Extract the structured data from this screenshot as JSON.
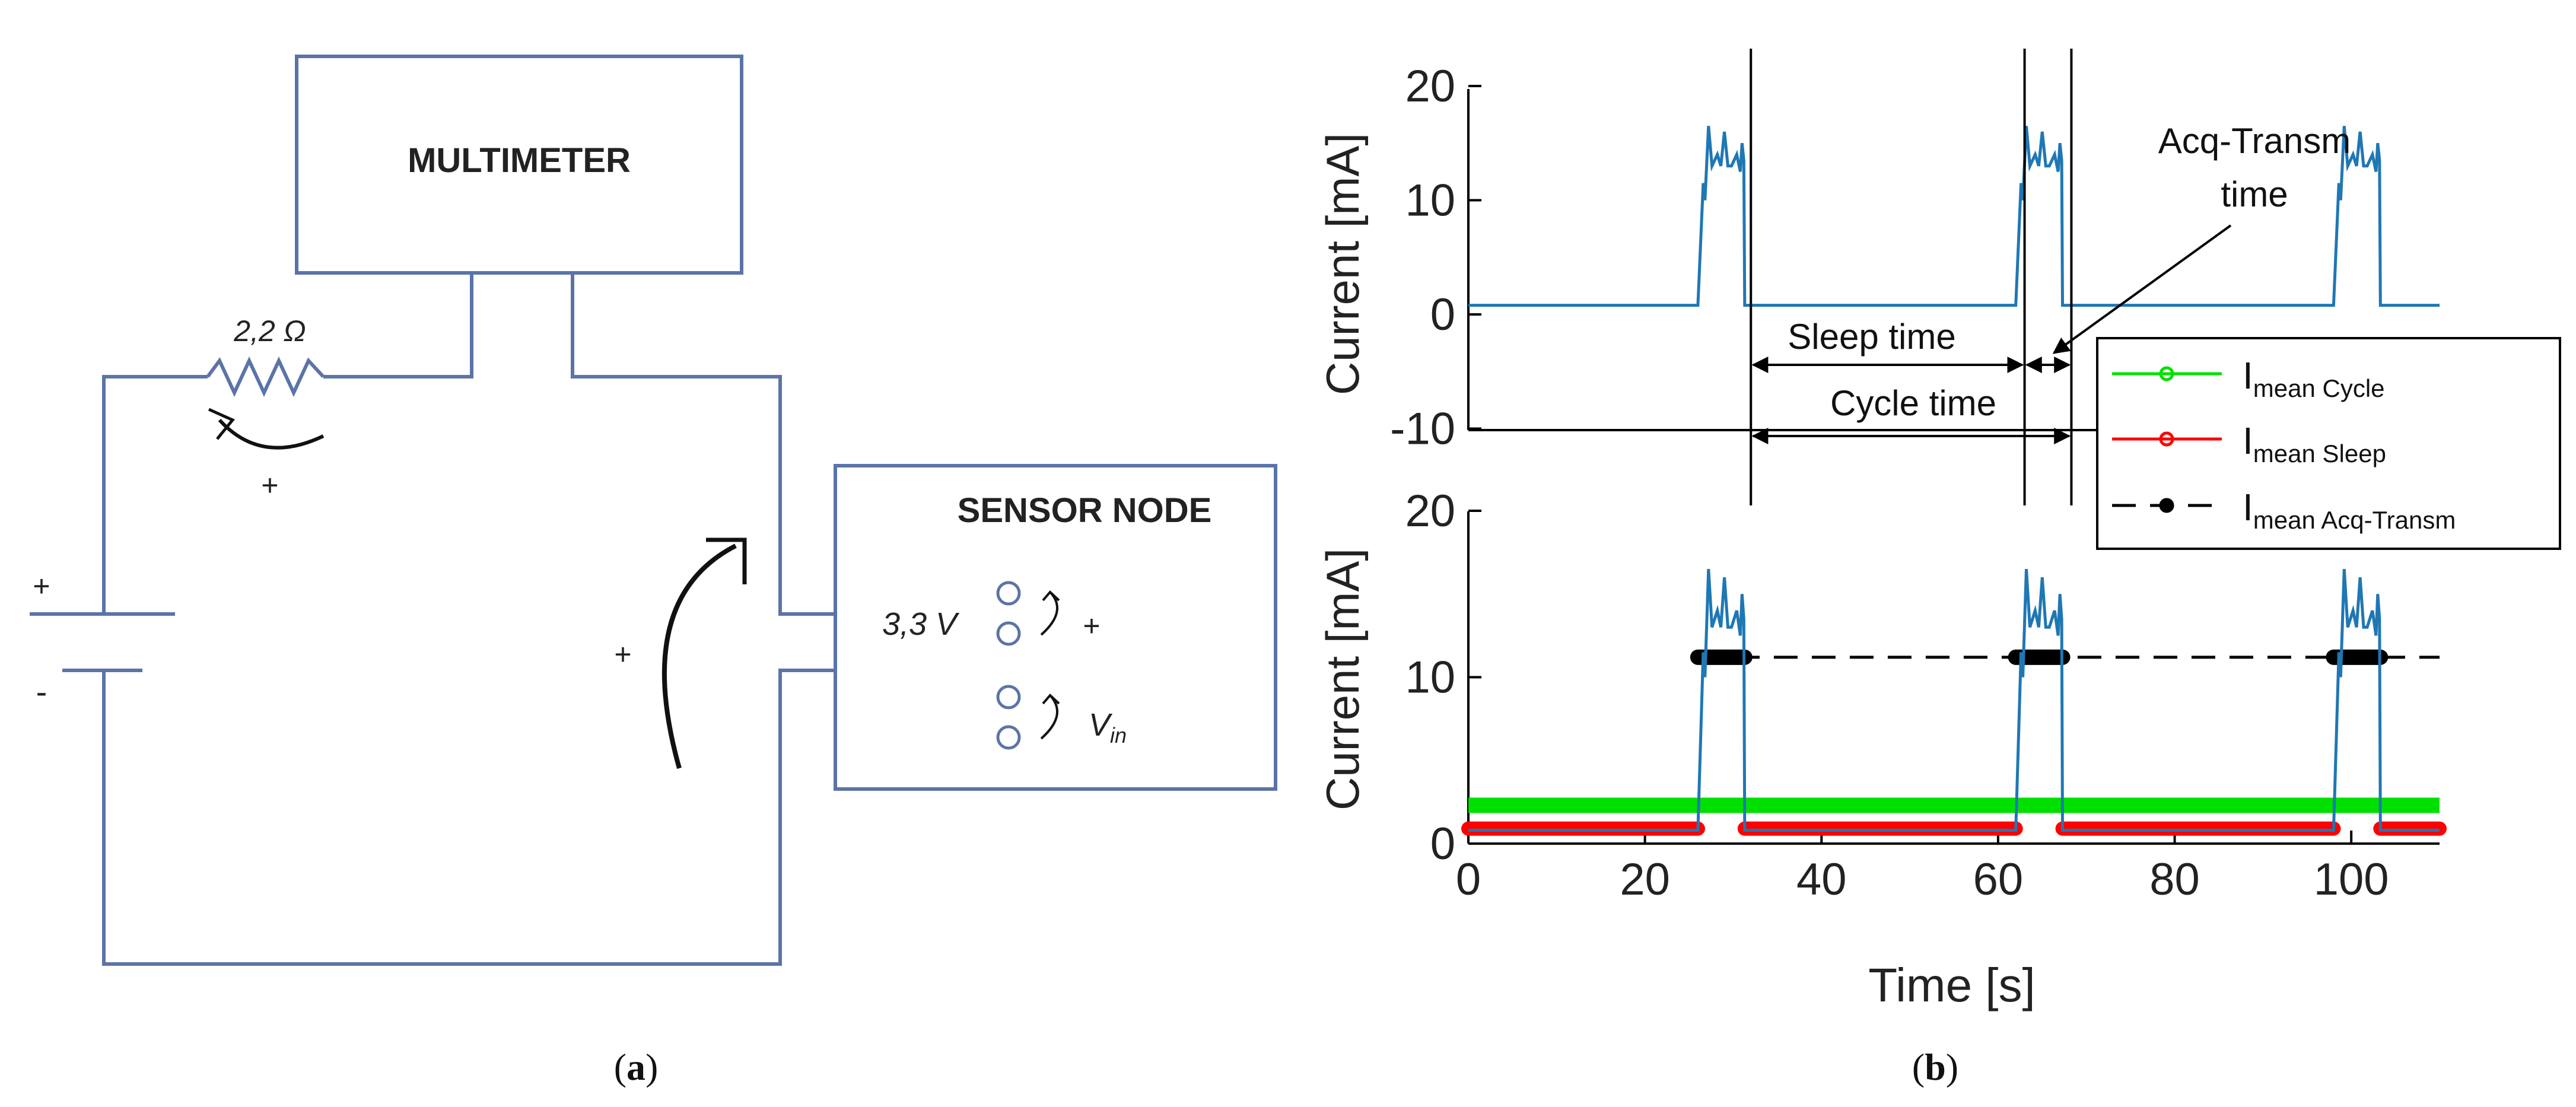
{
  "panel_a": {
    "caption_open": "(",
    "caption_letter": "a",
    "caption_close": ")",
    "multimeter_label": "MULTIMETER",
    "sensor_node_label": "SENSOR NODE",
    "resistor_value": "2,2 Ω",
    "resistor_polarity": "+",
    "battery_plus": "+",
    "battery_minus": "-",
    "arrow_polarity": "+",
    "supply_voltage": "3,3 V",
    "terminal_polarity": "+",
    "vin_label": "V",
    "vin_subscript": "in",
    "wire_color": "#5b74a8"
  },
  "panel_b": {
    "caption_open": "(",
    "caption_letter": "b",
    "caption_close": ")",
    "signal_color": "#1f77b4",
    "annotations": {
      "acq_transm_line1": "Acq-Transm",
      "acq_transm_line2": "time",
      "sleep_time": "Sleep time",
      "cycle_time": "Cycle time"
    },
    "legend": [
      {
        "base": "I",
        "sub": "mean Cycle",
        "color": "#00e000",
        "dashed": false
      },
      {
        "base": "I",
        "sub": "mean Sleep",
        "color": "#ff0000",
        "dashed": false
      },
      {
        "base": "I",
        "sub": "mean Acq-Transm",
        "color": "#000000",
        "dashed": true
      }
    ]
  },
  "chart_data": [
    {
      "type": "line",
      "xlabel": "",
      "ylabel": "Current [mA]",
      "ylim": [
        -10,
        20
      ],
      "yticks": [
        -10,
        0,
        10,
        20
      ],
      "xlim": [
        0,
        110
      ],
      "grid": false,
      "series": [
        {
          "x": [
            0,
            26,
            26.6,
            26.8,
            27.2,
            27.6,
            28.2,
            28.6,
            29.0,
            29.4,
            29.8,
            30.4,
            30.8,
            31.0,
            31.2,
            31.3,
            110
          ],
          "values": [
            0.8,
            0.8,
            11.5,
            10,
            16.5,
            13,
            14,
            13,
            16,
            13,
            13,
            14,
            12.5,
            15,
            13.5,
            0.8,
            0.8
          ],
          "repeat_period": 36
        }
      ],
      "markers_x": [
        32,
        63,
        68.3
      ]
    },
    {
      "type": "line",
      "xlabel": "Time [s]",
      "ylabel": "Current [mA]",
      "ylim": [
        0,
        20
      ],
      "yticks": [
        0,
        10,
        20
      ],
      "xlim": [
        0,
        110
      ],
      "xticks": [
        0,
        20,
        40,
        60,
        80,
        100
      ],
      "grid": false,
      "series": [
        {
          "x": [
            0,
            26,
            26.6,
            26.8,
            27.2,
            27.6,
            28.2,
            28.6,
            29.0,
            29.4,
            29.8,
            30.4,
            30.8,
            31.0,
            31.2,
            31.3,
            110
          ],
          "values": [
            0.8,
            0.8,
            11.5,
            10,
            16.5,
            13,
            14,
            13,
            16,
            13,
            13,
            14,
            12.5,
            15,
            13.5,
            0.8,
            0.8
          ],
          "repeat_period": 36
        },
        {
          "name": "I mean Cycle",
          "x": [
            0,
            110
          ],
          "values": [
            2.3,
            2.3
          ]
        },
        {
          "name": "I mean Sleep",
          "segments": [
            [
              0,
              26
            ],
            [
              31.3,
              62
            ],
            [
              67.3,
              98
            ],
            [
              103.3,
              110
            ]
          ],
          "value": 0.9
        },
        {
          "name": "I mean Acq-Transm",
          "x": [
            26,
            110
          ],
          "values": [
            11.2,
            11.2
          ],
          "thick_segments": [
            [
              26,
              31.3
            ],
            [
              62,
              67.3
            ],
            [
              98,
              103.3
            ]
          ]
        }
      ]
    }
  ]
}
